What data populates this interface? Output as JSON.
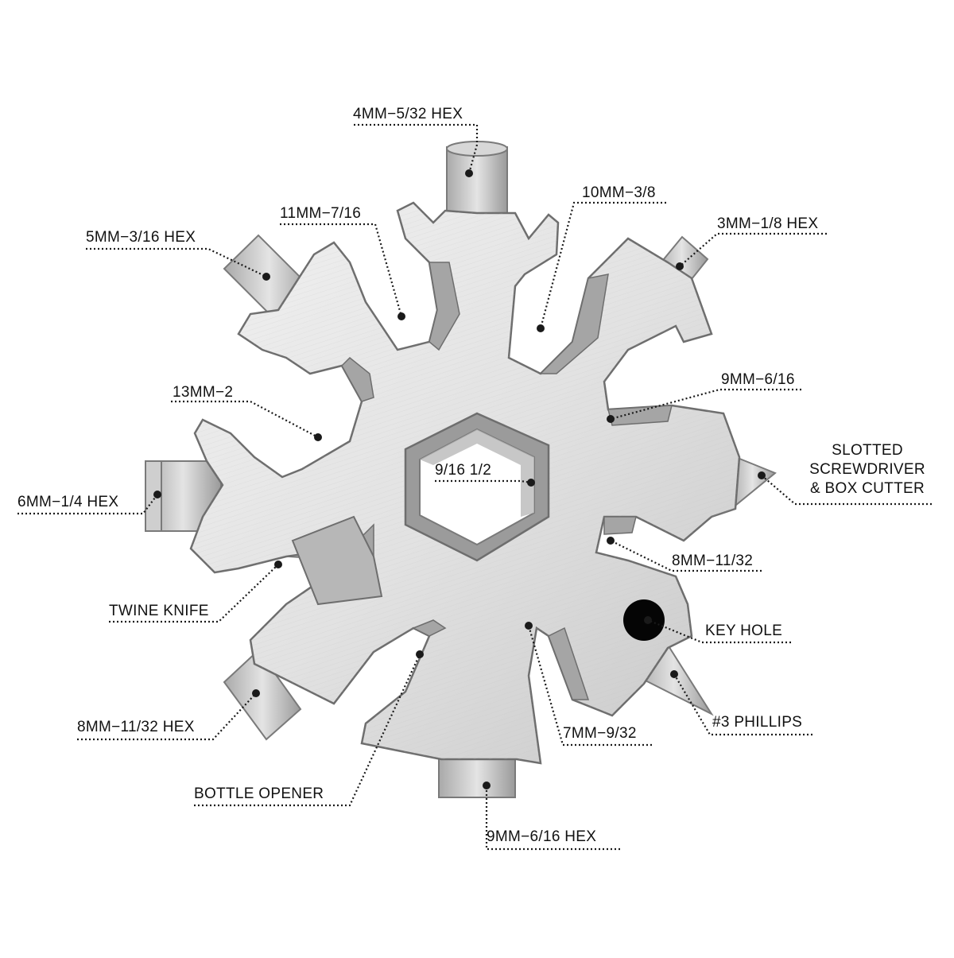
{
  "colors": {
    "metal_light": "#e9e9e9",
    "metal_mid": "#c9c9c9",
    "metal_dark": "#8f8f8f",
    "outline": "#6e6e6e",
    "text": "#111111",
    "leader": "#1a1a1a"
  },
  "labels": {
    "hex_4mm": "4MM−5/32 HEX",
    "mm11": "11MM−7/16",
    "mm10": "10MM−3/8",
    "hex_5mm": "5MM−3/16 HEX",
    "hex_3mm": "3MM−1/8 HEX",
    "mm13": "13MM−2",
    "mm9": "9MM−6/16",
    "center": "9/16 1/2",
    "slotted_line1": "SLOTTED",
    "slotted_line2": "SCREWDRIVER",
    "slotted_line3": "& BOX CUTTER",
    "hex_6mm": "6MM−1/4 HEX",
    "mm8": "8MM−11/32",
    "twine_knife": "TWINE KNIFE",
    "key_hole": "KEY HOLE",
    "hex_8mm": "8MM−11/32 HEX",
    "phillips": "#3 PHILLIPS",
    "mm7": "7MM−9/32",
    "bottle_opener": "BOTTLE OPENER",
    "hex_9mm": "9MM−6/16 HEX"
  },
  "icons": {
    "tool": "snowflake-multitool-icon",
    "key_hole": "key-hole-icon"
  }
}
